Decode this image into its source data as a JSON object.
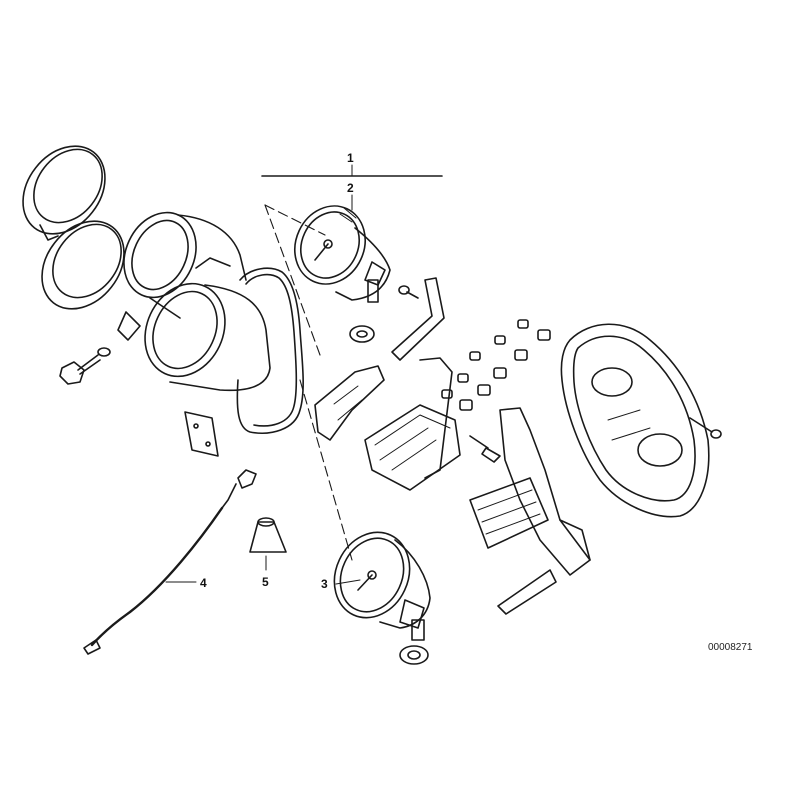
{
  "diagram": {
    "callouts": [
      {
        "id": "callout-1",
        "text": "1"
      },
      {
        "id": "callout-2",
        "text": "2"
      },
      {
        "id": "callout-3",
        "text": "3"
      },
      {
        "id": "callout-4",
        "text": "4"
      },
      {
        "id": "callout-5",
        "text": "5"
      }
    ],
    "catalog_number": "00008271",
    "colors": {
      "ink": "#1a1a1a",
      "background": "#ffffff",
      "shade": "#cfcfcf"
    }
  }
}
